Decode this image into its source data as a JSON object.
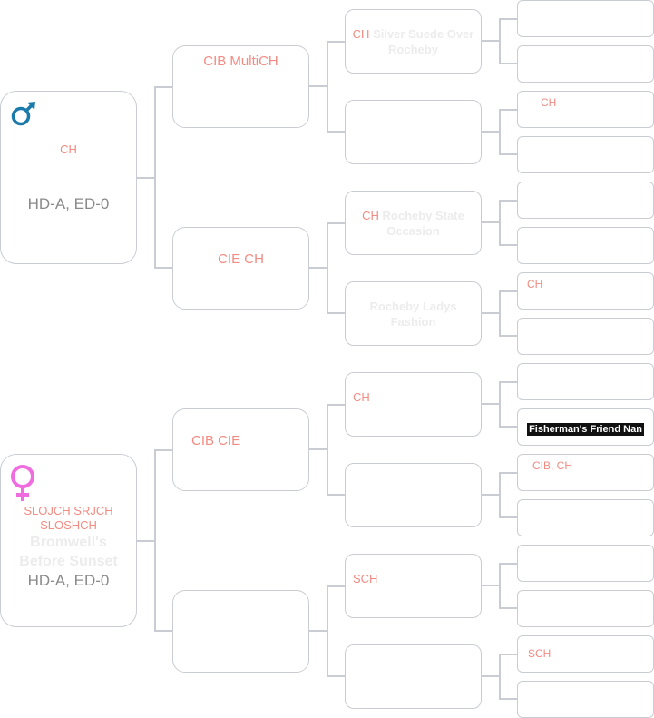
{
  "colors": {
    "male": "#1a7aaa",
    "female": "#f06de0",
    "title": "#f28b82",
    "border": "#c9cdd3"
  },
  "sire": {
    "icon": "male-icon",
    "titles": "CH",
    "name": "",
    "health": "HD-A, ED-0",
    "sire": {
      "titles": "CIB MultiCH",
      "name": "",
      "sire": {
        "titles": "CH",
        "name": "Silver Suede Over Rocheby",
        "sire": {
          "titles": "",
          "name": ""
        },
        "dam": {
          "titles": "",
          "name": ""
        }
      },
      "dam": {
        "titles": "",
        "name": "",
        "sire": {
          "titles": "CH",
          "name": ""
        },
        "dam": {
          "titles": "",
          "name": ""
        }
      }
    },
    "dam": {
      "titles": "CIE CH",
      "name": "",
      "sire": {
        "titles": "CH",
        "name": "Rocheby State Occasion",
        "sire": {
          "titles": "",
          "name": ""
        },
        "dam": {
          "titles": "",
          "name": ""
        }
      },
      "dam": {
        "titles": "",
        "name": "Rocheby Ladys Fashion",
        "sire": {
          "titles": "CH",
          "name": ""
        },
        "dam": {
          "titles": "",
          "name": ""
        }
      }
    }
  },
  "dam": {
    "icon": "female-icon",
    "titles": "SLOJCH SRJCH SLOSHCH",
    "name": "Bromwell's Before Sunset",
    "health": "HD-A, ED-0",
    "sire": {
      "titles": "CIB CIE",
      "name": "",
      "sire": {
        "titles": "CH",
        "name": "",
        "sire": {
          "titles": "",
          "name": ""
        },
        "dam": {
          "titles": "",
          "name": "Fisherman's Friend Nan"
        }
      },
      "dam": {
        "titles": "",
        "name": "",
        "sire": {
          "titles": "CIB, CH",
          "name": ""
        },
        "dam": {
          "titles": "",
          "name": ""
        }
      }
    },
    "dam": {
      "titles": "",
      "name": "",
      "sire": {
        "titles": "SCH",
        "name": "",
        "sire": {
          "titles": "",
          "name": ""
        },
        "dam": {
          "titles": "",
          "name": ""
        }
      },
      "dam": {
        "titles": "",
        "name": "",
        "sire": {
          "titles": "SCH",
          "name": ""
        },
        "dam": {
          "titles": "",
          "name": ""
        }
      }
    }
  }
}
